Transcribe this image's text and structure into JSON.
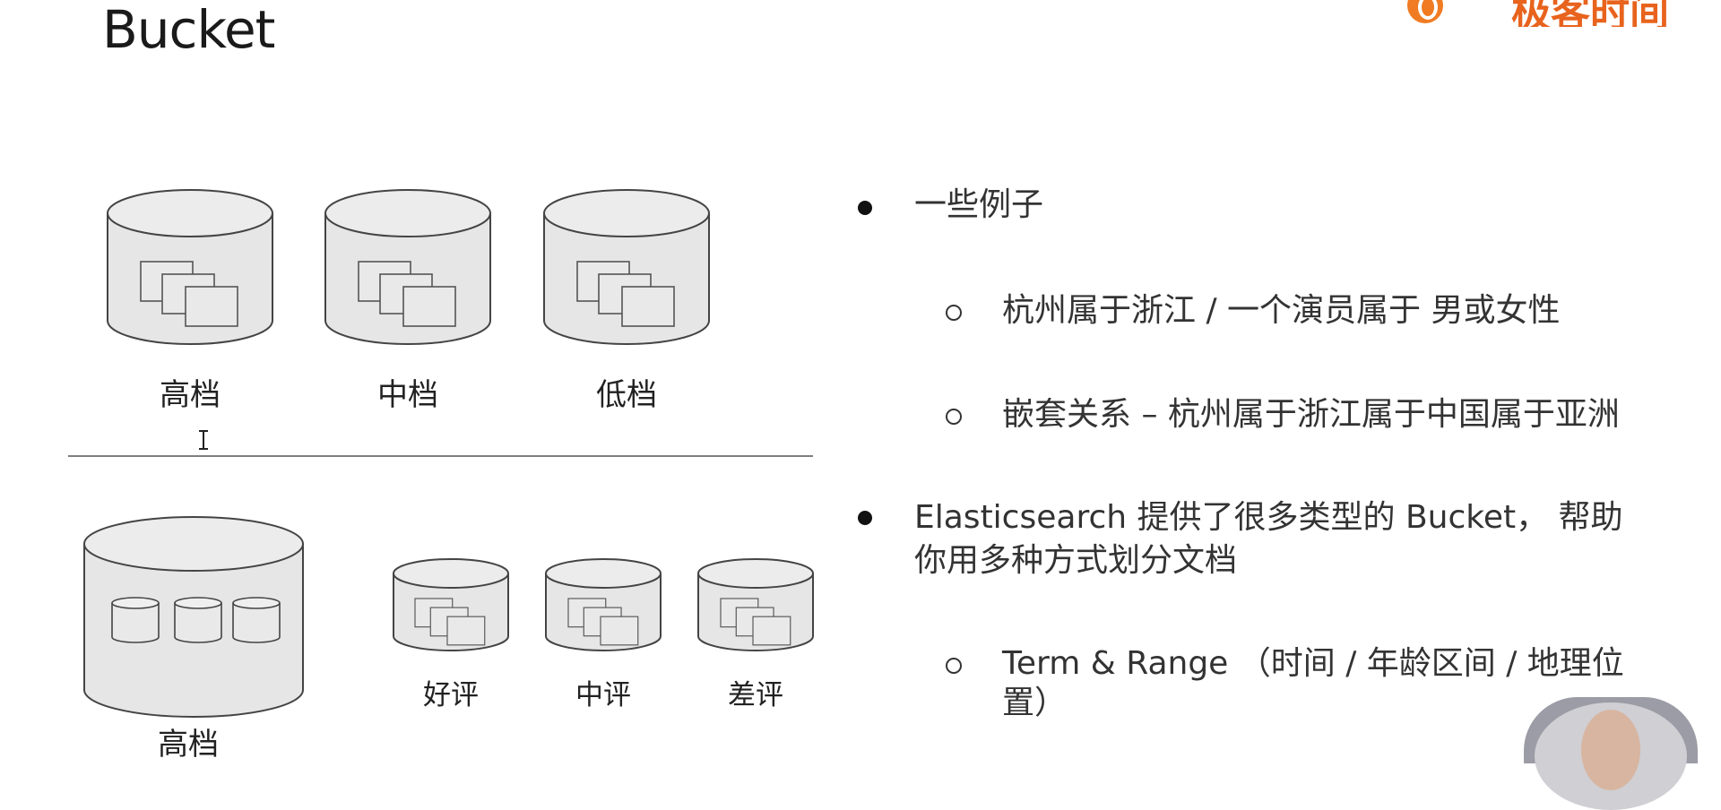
{
  "slide": {
    "title": "Bucket"
  },
  "logo": {
    "text": "极客时间",
    "brand_color": "#e8631d"
  },
  "diagram": {
    "top_row": {
      "labels": [
        "高档",
        "中档",
        "低档"
      ]
    },
    "bottom_row": {
      "big_label": "高档",
      "small_labels": [
        "好评",
        "中评",
        "差评"
      ]
    }
  },
  "bullets": {
    "b1": "一些例子",
    "b1_sub1": "杭州属于浙江 / 一个演员属于 男或女性",
    "b1_sub2": "嵌套关系 – 杭州属于浙江属于中国属于亚洲",
    "b2_line1": "Elasticsearch 提供了很多类型的 Bucket， 帮助",
    "b2_line2": "你用多种方式划分文档",
    "b2_sub1_line1": "Term & Range （时间 / 年龄区间 / 地理位",
    "b2_sub1_line2": "置）"
  }
}
